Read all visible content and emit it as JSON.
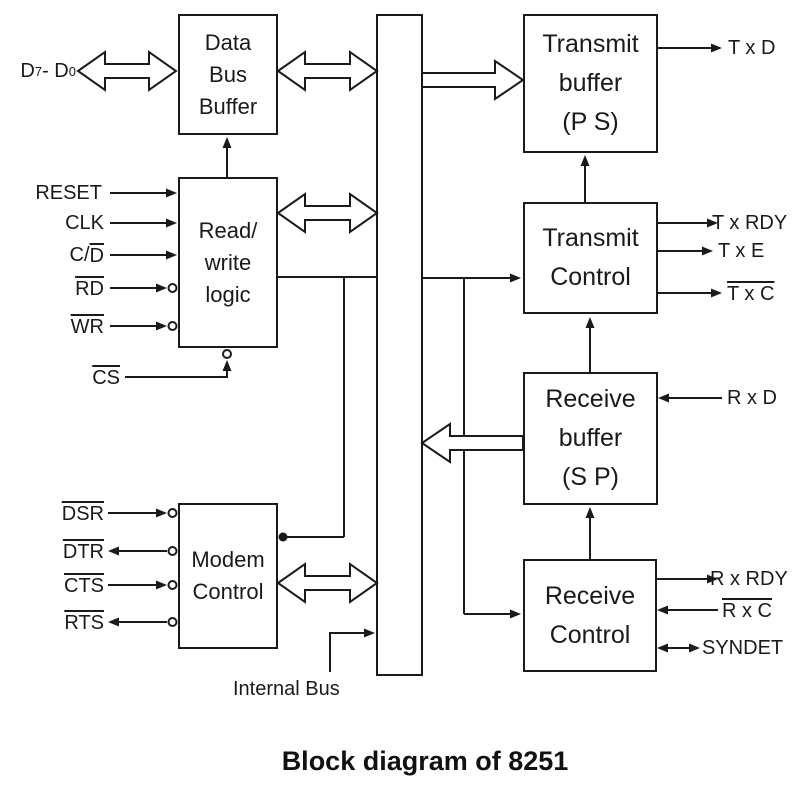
{
  "title": "Block diagram of 8251",
  "blocks": {
    "data_bus_buffer": "Data\nBus\nBuffer",
    "read_write_logic": "Read/\nwrite\nlogic",
    "modem_control": "Modem\nControl",
    "transmit_buffer": "Transmit\nbuffer\n(P S)",
    "transmit_control": "Transmit\nControl",
    "receive_buffer": "Receive\nbuffer\n(S P)",
    "receive_control": "Receive\nControl",
    "internal_bus_label": "Internal Bus"
  },
  "signals": {
    "d_bus": {
      "base1": "D",
      "sub1": "7",
      "base2": " - D",
      "sub2": "0"
    },
    "reset": "RESET",
    "clk": "CLK",
    "c_d": {
      "plain": "C/",
      "over": "D"
    },
    "rd": "RD",
    "wr": "WR",
    "cs": "CS",
    "dsr": "DSR",
    "dtr": "DTR",
    "cts": "CTS",
    "rts": "RTS",
    "txd": "T x D",
    "txrdy": "T x RDY",
    "txe": "T x E",
    "txc": "T x C",
    "rxd": "R x D",
    "rxrdy": "R x RDY",
    "rxc": "R x C",
    "syndet": "SYNDET"
  },
  "colors": {
    "line": "#000000",
    "background": "#ffffff"
  }
}
